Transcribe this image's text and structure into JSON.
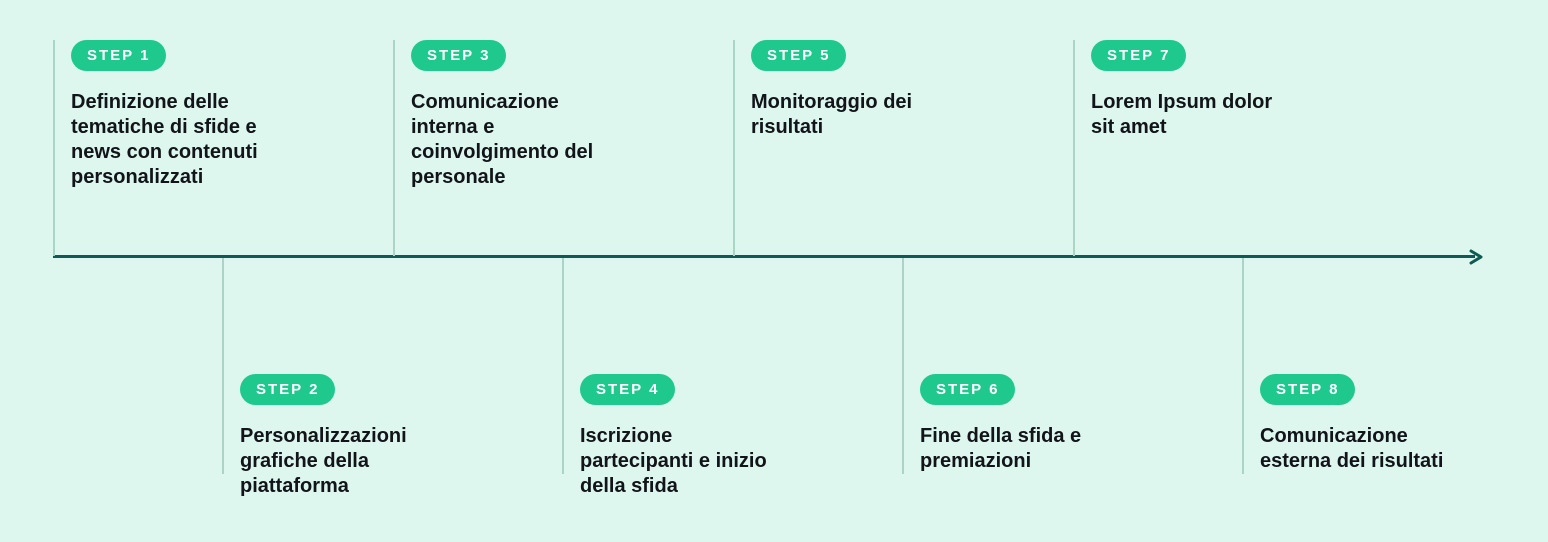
{
  "timeline": {
    "steps": [
      {
        "badge": "STEP 1",
        "title": "Definizione delle tematiche di sfide e news con contenuti personalizzati"
      },
      {
        "badge": "STEP 2",
        "title": "Personalizzazioni grafiche della piattaforma"
      },
      {
        "badge": "STEP 3",
        "title": "Comunicazione interna e coinvolgimento del personale"
      },
      {
        "badge": "STEP 4",
        "title": "Iscrizione partecipanti e inizio della sfida"
      },
      {
        "badge": "STEP 5",
        "title": "Monitoraggio dei risultati"
      },
      {
        "badge": "STEP 6",
        "title": "Fine della sfida e premiazioni"
      },
      {
        "badge": "STEP 7",
        "title": "Lorem Ipsum dolor sit amet"
      },
      {
        "badge": "STEP 8",
        "title": "Comunicazione esterna dei risultati"
      }
    ],
    "colors": {
      "background": "#ddf7ee",
      "axis": "#0f5a52",
      "badge": "#1fc98e",
      "rule": "#a9d4c6",
      "text": "#111418"
    }
  }
}
